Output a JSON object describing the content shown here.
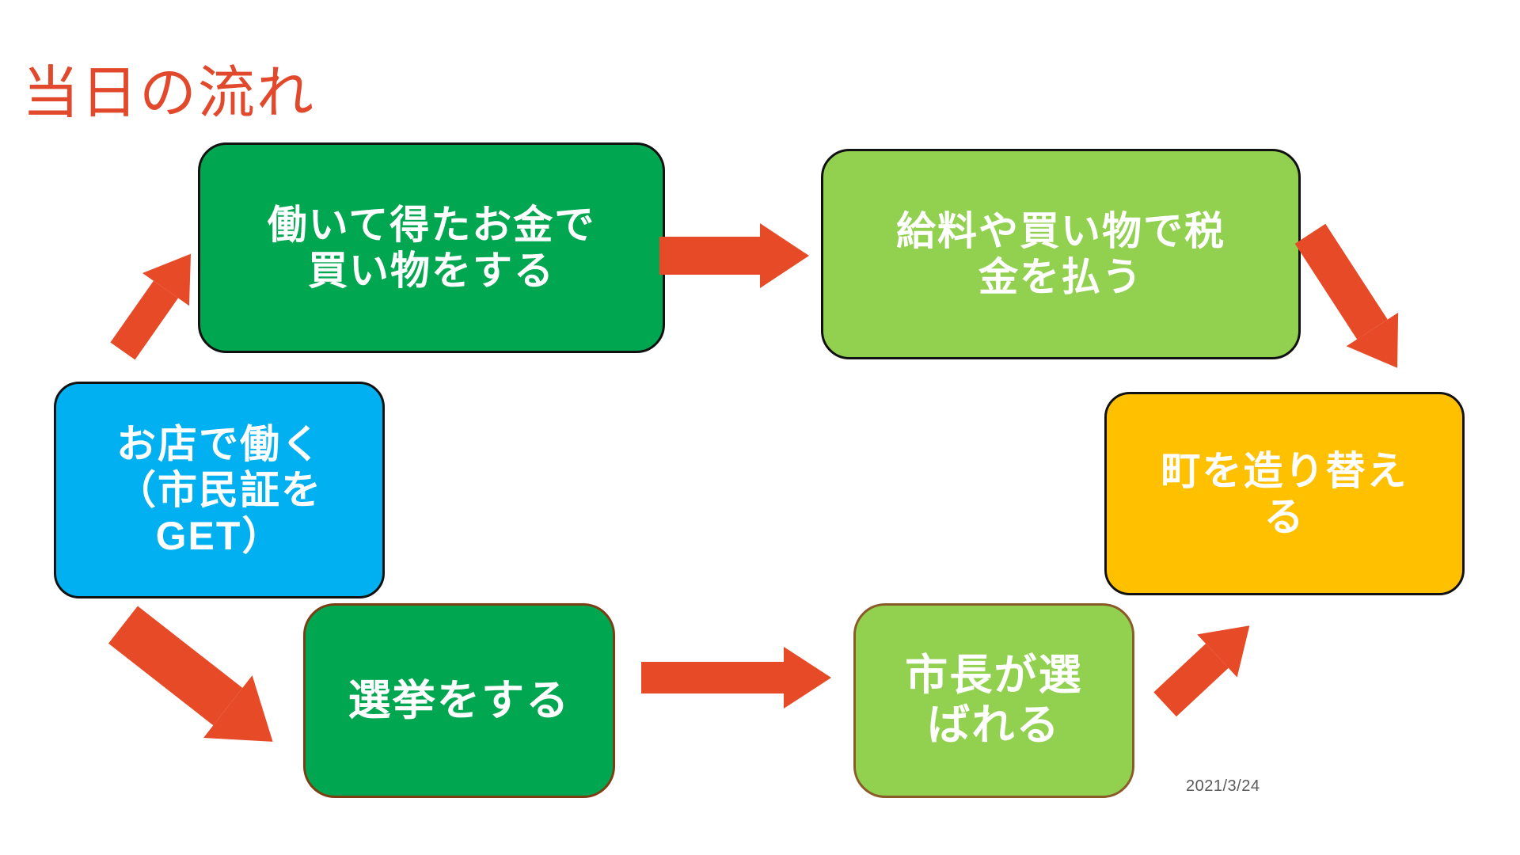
{
  "slide": {
    "title": "当日の流れ",
    "date": "2021/3/24",
    "colors": {
      "title_text": "#e2492c",
      "arrow_fill": "#e64a27",
      "green": "#00a650",
      "light_green": "#92d050",
      "blue": "#00b0f0",
      "yellow": "#ffc000",
      "box_text": "#ffffff",
      "date_text": "#595959"
    }
  },
  "flow": {
    "steps": [
      {
        "id": "shop",
        "label": "お店で働く（市民証をGET）",
        "lines": [
          "お店で働く",
          "（市民証を",
          "GET）"
        ],
        "color": "#00b0f0"
      },
      {
        "id": "buy",
        "label": "働いて得たお金で買い物をする",
        "lines": [
          "働いて得たお金で",
          "買い物をする"
        ],
        "color": "#00a650"
      },
      {
        "id": "tax",
        "label": "給料や買い物で税金を払う",
        "lines": [
          "給料や買い物で税",
          "金を払う"
        ],
        "color": "#92d050"
      },
      {
        "id": "town",
        "label": "町を造り替える",
        "lines": [
          "町を造り替え",
          "る"
        ],
        "color": "#ffc000"
      },
      {
        "id": "election",
        "label": "選挙をする",
        "lines": [
          "選挙をする"
        ],
        "color": "#00a650"
      },
      {
        "id": "mayor",
        "label": "市長が選ばれる",
        "lines": [
          "市長が選",
          "ばれる"
        ],
        "color": "#92d050"
      }
    ]
  }
}
